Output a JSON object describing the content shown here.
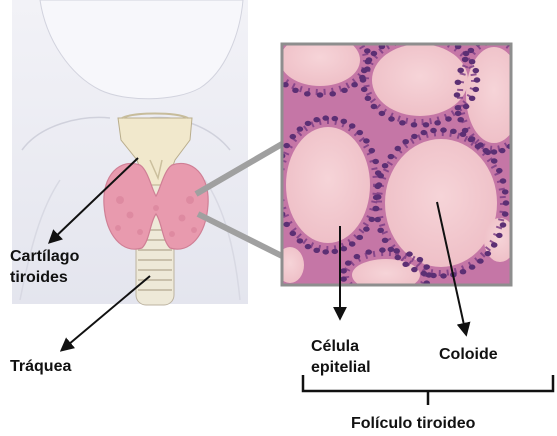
{
  "labels": {
    "cartilago_line1": "Cartílago",
    "cartilago_line2": "tiroides",
    "traquea": "Tráquea",
    "celula_line1": "Célula",
    "celula_line2": "epitelial",
    "coloide": "Coloide",
    "foliculo": "Folículo tiroideo"
  },
  "colors": {
    "thyroid": "#e79aae",
    "cartilage": "#efe6cc",
    "trachea": "#ece6d3",
    "tissue_stroma": "#b45a92",
    "colloid": "#f2c7cc",
    "nucleus": "#5c2f74",
    "frame": "#8e8e8e",
    "arrow": "#111111"
  }
}
